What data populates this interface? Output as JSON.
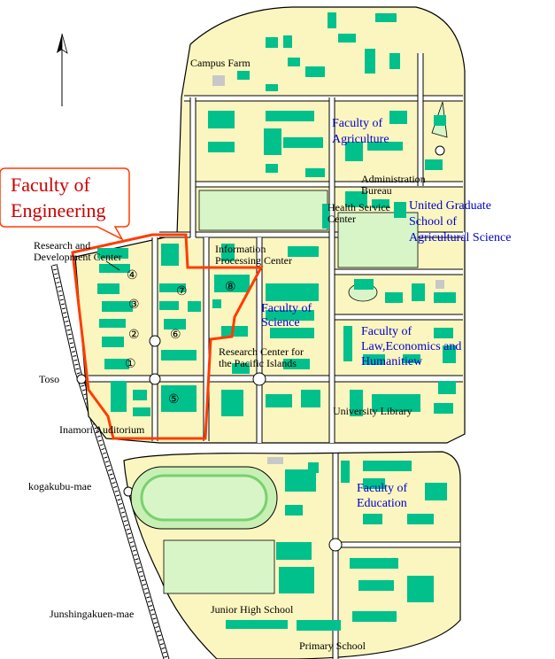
{
  "labels": {
    "campus_farm": "Campus Farm",
    "faculty_agriculture": "Faculty of\nAgriculture",
    "administration_bureau": "Administration\nBureau",
    "health_service_center": "Health Service\nCenter",
    "united_graduate": "United Graduate\nSchool of\nAgricultural Science",
    "faculty_engineering": "Faculty of\nEngineering",
    "research_dev_center": "Research and\nDevelopment Center",
    "information_processing": "Information\nProcessing Center",
    "faculty_science": "Faculty of\nScience",
    "faculty_law": "Faculty of\nLaw,Economics and\nHumanitiew",
    "research_pacific": "Research Center for\nthe Pacific Islands",
    "university_library": "University Library",
    "toso": "Toso",
    "inamori_auditorium": "Inamori Auditorium",
    "kogakubu_mae": "kogakubu-mae",
    "faculty_education": "Faculty of\nEducation",
    "junshingakuen_mae": "Junshingakuen-mae",
    "junior_high": "Junior High School",
    "primary_school": "Primary School"
  },
  "building_numbers": [
    "④",
    "③",
    "②",
    "①",
    "⑤",
    "⑥",
    "⑦",
    "⑧"
  ],
  "colors": {
    "campus_fill": "#fbf6c0",
    "building": "#00c08c",
    "engineering_outline": "#ff3c00",
    "faculty_text": "#0000cc",
    "engineering_text": "#cc0000",
    "field": "#d8f5c8"
  },
  "icons": {
    "north_arrow": "north-arrow-icon",
    "railway": "railway-track"
  }
}
